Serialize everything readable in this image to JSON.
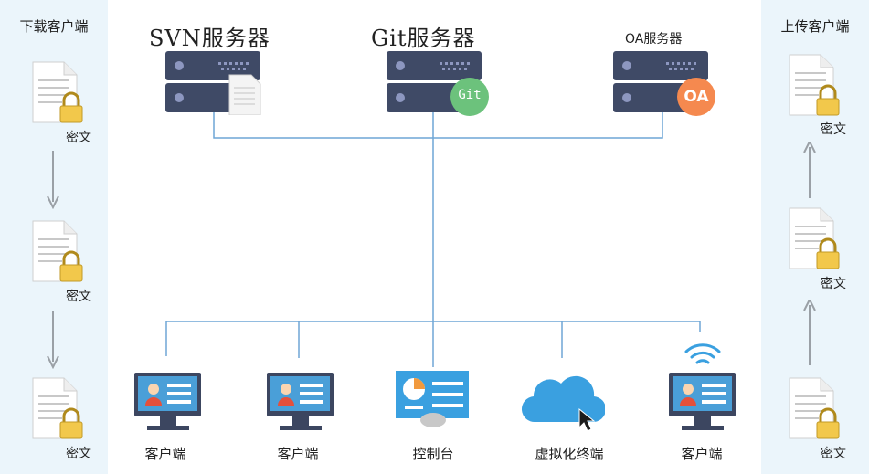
{
  "left_panel": {
    "title": "下载客户端",
    "docs": [
      {
        "label": "密文"
      },
      {
        "label": "密文"
      },
      {
        "label": "密文"
      }
    ]
  },
  "right_panel": {
    "title": "上传客户端",
    "docs": [
      {
        "label": "密文"
      },
      {
        "label": "密文"
      },
      {
        "label": "密文"
      }
    ]
  },
  "servers": [
    {
      "title": "SVN服务器",
      "badge": ""
    },
    {
      "title": "Git服务器",
      "badge": "Git"
    },
    {
      "title": "OA服务器",
      "badge": "OA"
    }
  ],
  "clients": [
    {
      "label": "客户端",
      "icon": "computer-icon"
    },
    {
      "label": "客户端",
      "icon": "computer-icon"
    },
    {
      "label": "控制台",
      "icon": "console-icon"
    },
    {
      "label": "虚拟化终端",
      "icon": "cloud-icon"
    },
    {
      "label": "客户端",
      "icon": "wifi-computer-icon"
    }
  ],
  "colors": {
    "line": "#6fa6d6",
    "server": "#3f4a66",
    "git_badge": "#6cc27c",
    "oa_badge": "#f5894f",
    "panel": "#ebf5fb"
  }
}
